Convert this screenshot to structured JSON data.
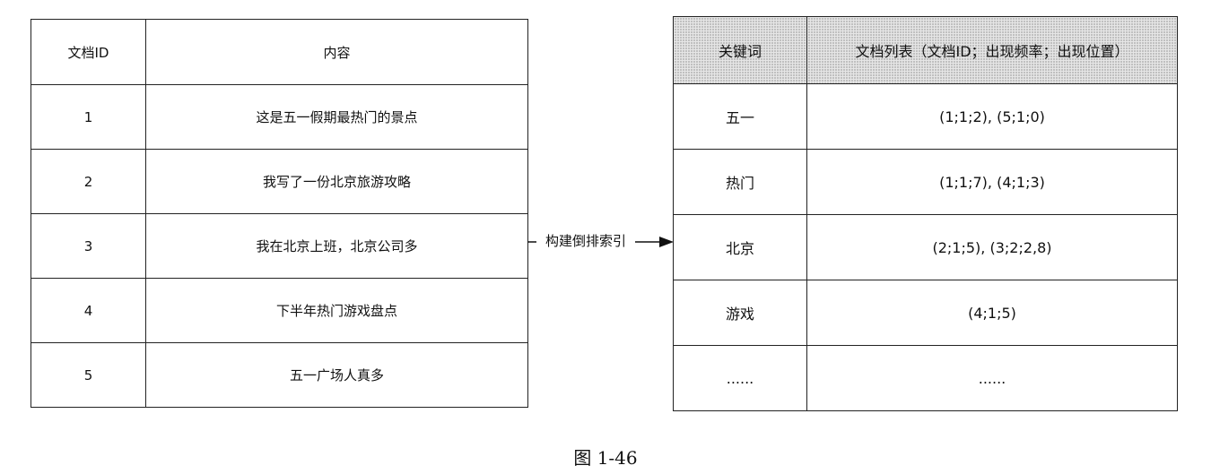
{
  "left_table": {
    "headers": [
      "文档ID",
      "内容"
    ],
    "rows": [
      [
        "1",
        "这是五一假期最热门的景点"
      ],
      [
        "2",
        "我写了一份北京旅游攻略"
      ],
      [
        "3",
        "我在北京上班，北京公司多"
      ],
      [
        "4",
        "下半年热门游戏盘点"
      ],
      [
        "5",
        "五一广场人真多"
      ]
    ]
  },
  "arrow": {
    "label": "构建倒排索引"
  },
  "right_table": {
    "headers": [
      "关键词",
      "文档列表（文档ID；出现频率；出现位置）"
    ],
    "rows": [
      [
        "五一",
        "(1;1;2), (5;1;0)"
      ],
      [
        "热门",
        "(1;1;7), (4;1;3)"
      ],
      [
        "北京",
        "(2;1;5), (3;2;2,8)"
      ],
      [
        "游戏",
        "(4;1;5)"
      ],
      [
        "......",
        "......"
      ]
    ]
  },
  "caption": "图 1-46"
}
